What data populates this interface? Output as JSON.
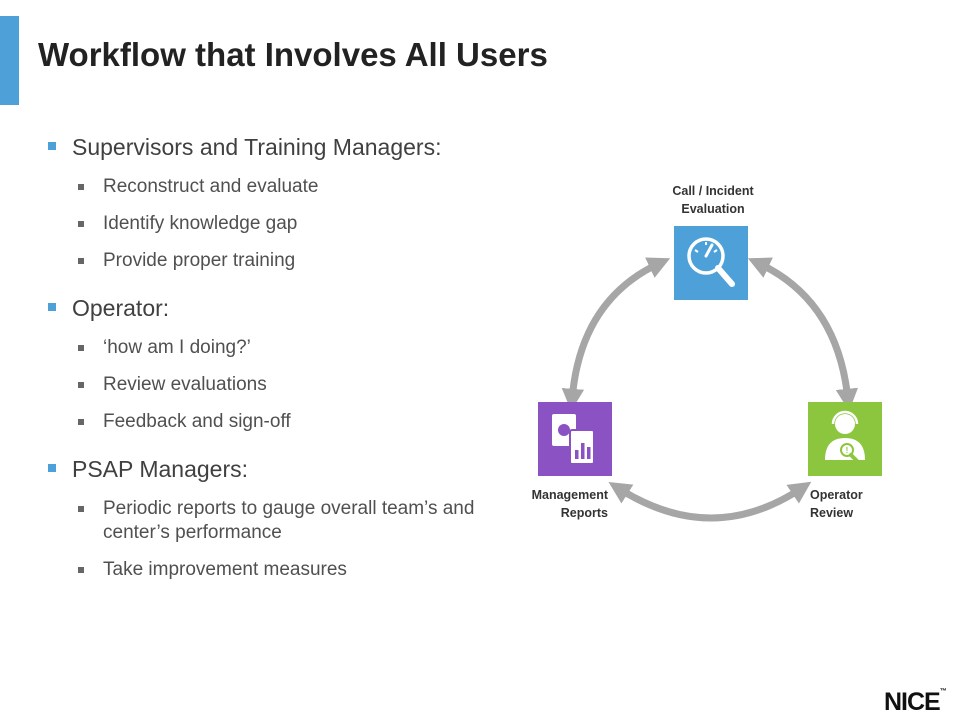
{
  "slide": {
    "title": "Workflow that Involves All Users",
    "accent_color": "#4ea1d8"
  },
  "bullets": [
    {
      "heading": "Supervisors and Training Managers:",
      "items": [
        "Reconstruct and evaluate",
        "Identify knowledge gap",
        "Provide proper training"
      ]
    },
    {
      "heading": "Operator:",
      "items": [
        "‘how am I doing?’",
        "Review evaluations",
        "Feedback and sign-off"
      ]
    },
    {
      "heading": "PSAP Managers:",
      "items": [
        "Periodic reports to gauge overall team’s and center’s performance",
        "Take improvement measures"
      ]
    }
  ],
  "cycle": {
    "evaluation": {
      "label_line1": "Call / Incident",
      "label_line2": "Evaluation",
      "color": "#4ea1d8",
      "icon": "gauge-magnifier-icon"
    },
    "operator": {
      "label_line1": "Operator",
      "label_line2": "Review",
      "color": "#8cc63f",
      "icon": "headset-operator-icon"
    },
    "reports": {
      "label_line1": "Management",
      "label_line2": "Reports",
      "color": "#8b52c4",
      "icon": "report-documents-icon"
    },
    "arrow_color": "#a6a6a6"
  },
  "logo": {
    "text": "NICE",
    "mark": "™"
  }
}
